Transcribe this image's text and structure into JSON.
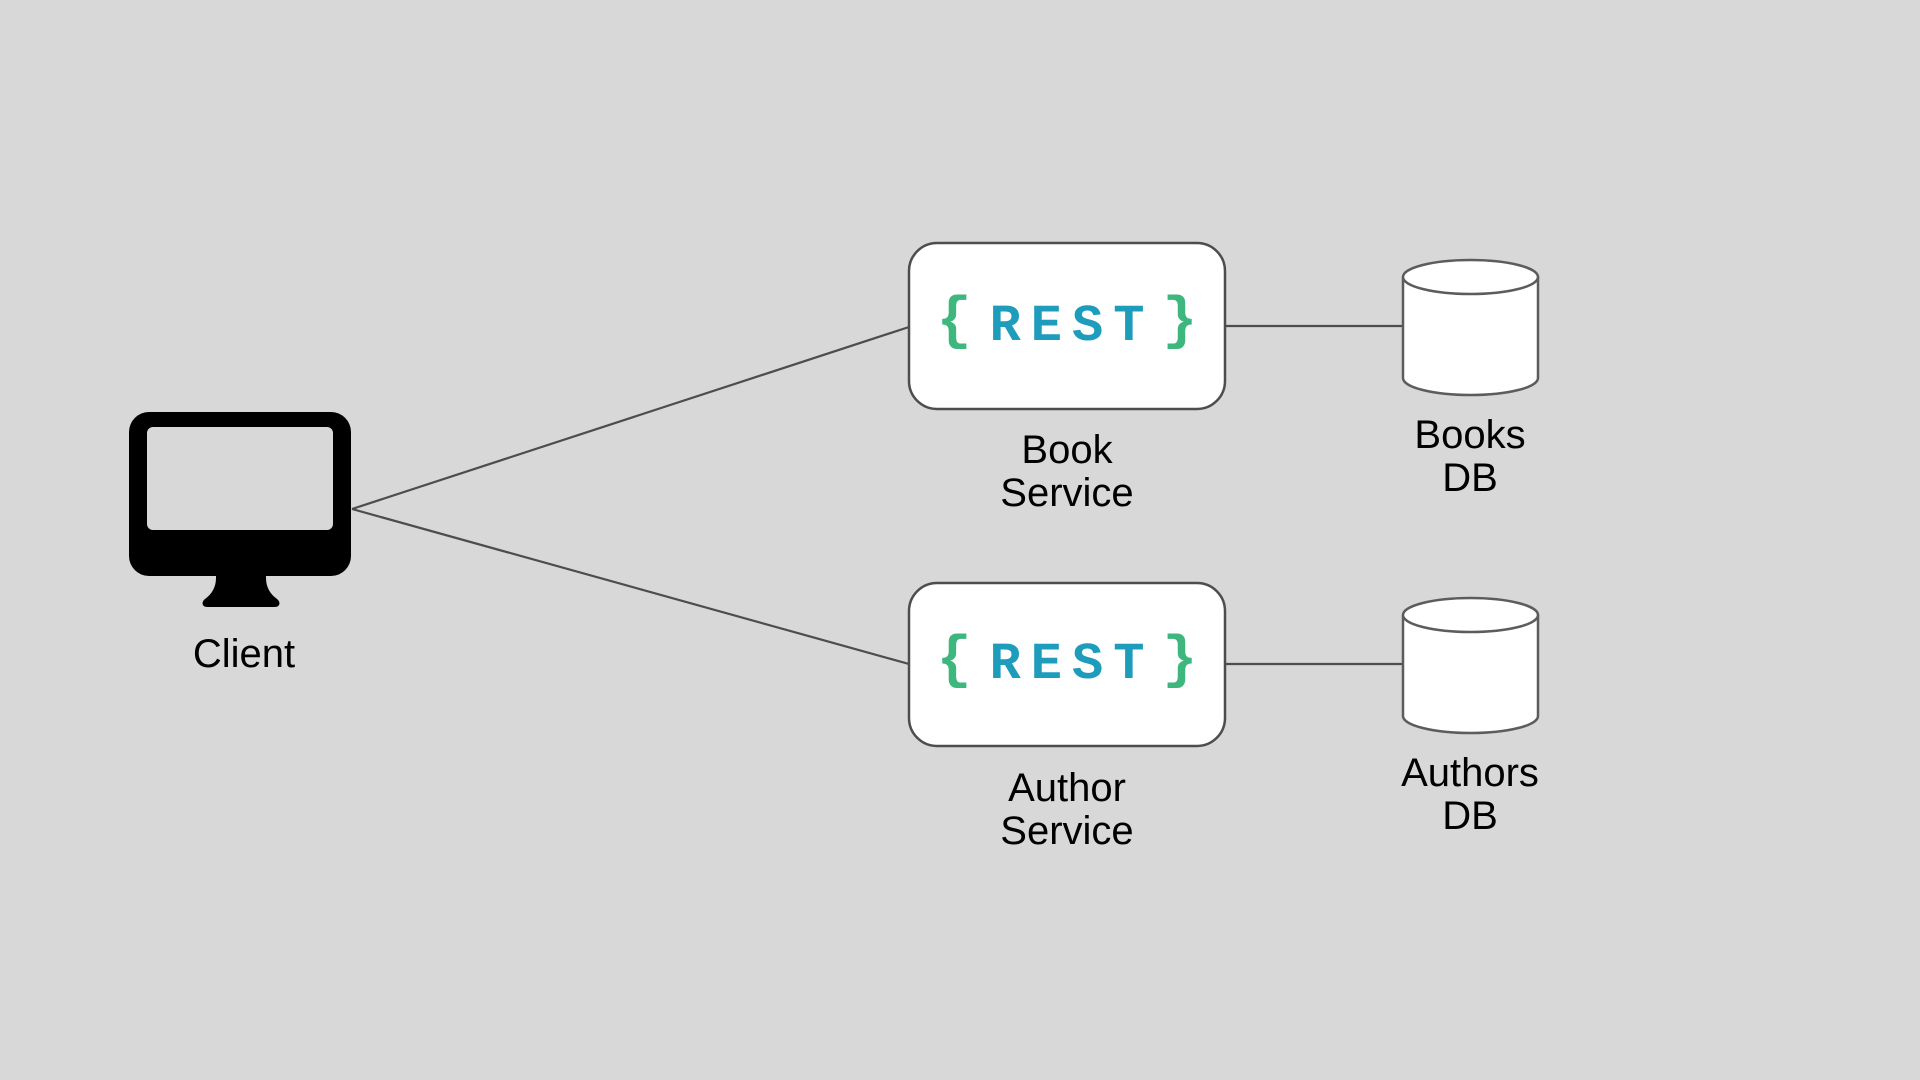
{
  "colors": {
    "background": "#D8D8D8",
    "connector": "#4D4D4D",
    "node_fill": "#FFFFFF",
    "node_stroke": "#4D4D4D",
    "cylinder_stroke": "#5C5C5C",
    "rest_text": "#1D9CBC",
    "rest_brace": "#3DB77D",
    "label_text": "#000000",
    "client_icon": "#000000"
  },
  "client": {
    "label": "Client",
    "icon": "monitor-icon"
  },
  "services": [
    {
      "id": "book-service",
      "badge": {
        "open_brace": "{",
        "label": "REST",
        "close_brace": "}"
      },
      "label_line1": "Book",
      "label_line2": "Service"
    },
    {
      "id": "author-service",
      "badge": {
        "open_brace": "{",
        "label": "REST",
        "close_brace": "}"
      },
      "label_line1": "Author",
      "label_line2": "Service"
    }
  ],
  "databases": [
    {
      "id": "books-db",
      "icon": "database-cylinder-icon",
      "label_line1": "Books",
      "label_line2": "DB"
    },
    {
      "id": "authors-db",
      "icon": "database-cylinder-icon",
      "label_line1": "Authors",
      "label_line2": "DB"
    }
  ],
  "connections": [
    {
      "from": "client",
      "to": "book-service"
    },
    {
      "from": "client",
      "to": "author-service"
    },
    {
      "from": "book-service",
      "to": "books-db"
    },
    {
      "from": "author-service",
      "to": "authors-db"
    }
  ]
}
